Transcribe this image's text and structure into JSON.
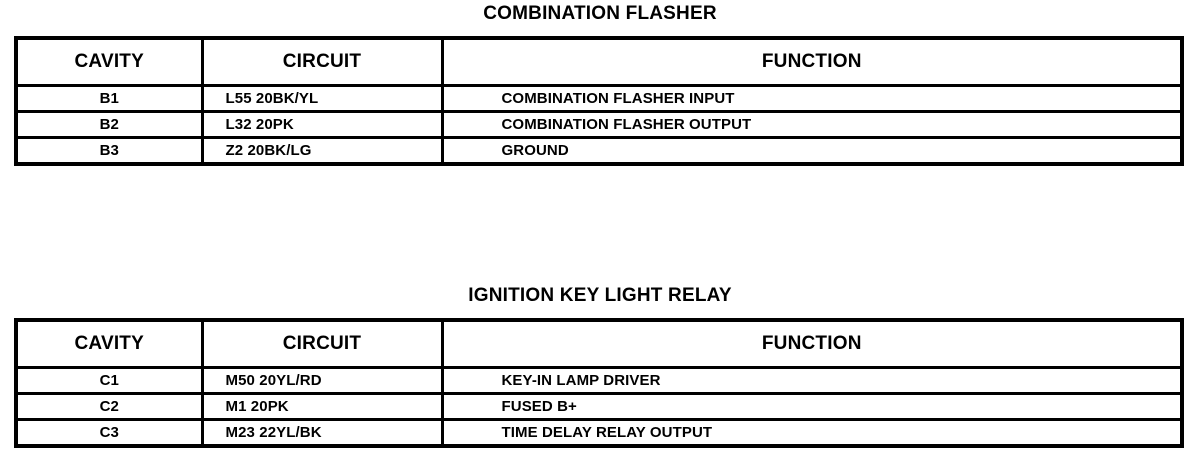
{
  "document": {
    "type": "wiring-connector-pinout-tables",
    "ink_color": "#000000",
    "background_color": "#ffffff"
  },
  "sections": [
    {
      "id": "combination-flasher",
      "title": "COMBINATION FLASHER",
      "table": {
        "columns": [
          {
            "key": "cavity",
            "label": "CAVITY"
          },
          {
            "key": "circuit",
            "label": "CIRCUIT"
          },
          {
            "key": "function",
            "label": "FUNCTION"
          }
        ],
        "rows": [
          {
            "cavity": "B1",
            "circuit": "L55 20BK/YL",
            "function": "COMBINATION FLASHER INPUT"
          },
          {
            "cavity": "B2",
            "circuit": "L32 20PK",
            "function": "COMBINATION FLASHER OUTPUT"
          },
          {
            "cavity": "B3",
            "circuit": "Z2 20BK/LG",
            "function": "GROUND"
          }
        ]
      }
    },
    {
      "id": "ignition-key-light-relay",
      "title": "IGNITION KEY LIGHT RELAY",
      "table": {
        "columns": [
          {
            "key": "cavity",
            "label": "CAVITY"
          },
          {
            "key": "circuit",
            "label": "CIRCUIT"
          },
          {
            "key": "function",
            "label": "FUNCTION"
          }
        ],
        "rows": [
          {
            "cavity": "C1",
            "circuit": "M50 20YL/RD",
            "function": "KEY-IN LAMP DRIVER"
          },
          {
            "cavity": "C2",
            "circuit": "M1 20PK",
            "function": "FUSED B+"
          },
          {
            "cavity": "C3",
            "circuit": "M23 22YL/BK",
            "function": "TIME DELAY RELAY OUTPUT"
          }
        ]
      }
    }
  ]
}
